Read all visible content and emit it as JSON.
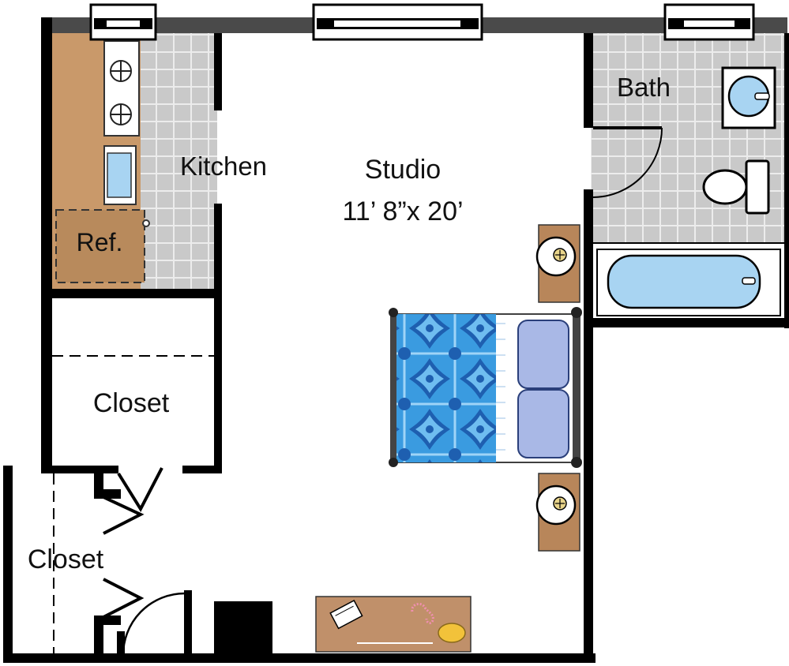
{
  "rooms": {
    "kitchen": "Kitchen",
    "studio_name": "Studio",
    "studio_size": "11’ 8”x 20’",
    "bath": "Bath",
    "refrigerator": "Ref.",
    "closet_upper": "Closet",
    "closet_lower": "Closet"
  },
  "colors": {
    "wall": "#000000",
    "exterior_wall": "#4a4a4a",
    "tile": "#c9c9c9",
    "tile_grout": "#ececec",
    "counter": "#c9996a",
    "furniture_wood": "#b8865a",
    "fixture_blue": "#a8d4f2",
    "bedspread": "#2f8fd6",
    "pillow": "#a9b8e6"
  },
  "icons": [
    "stove-burner-icon",
    "sink-icon",
    "toilet-icon",
    "bathtub-icon",
    "lamp-icon",
    "bed-icon",
    "desk-icon"
  ]
}
